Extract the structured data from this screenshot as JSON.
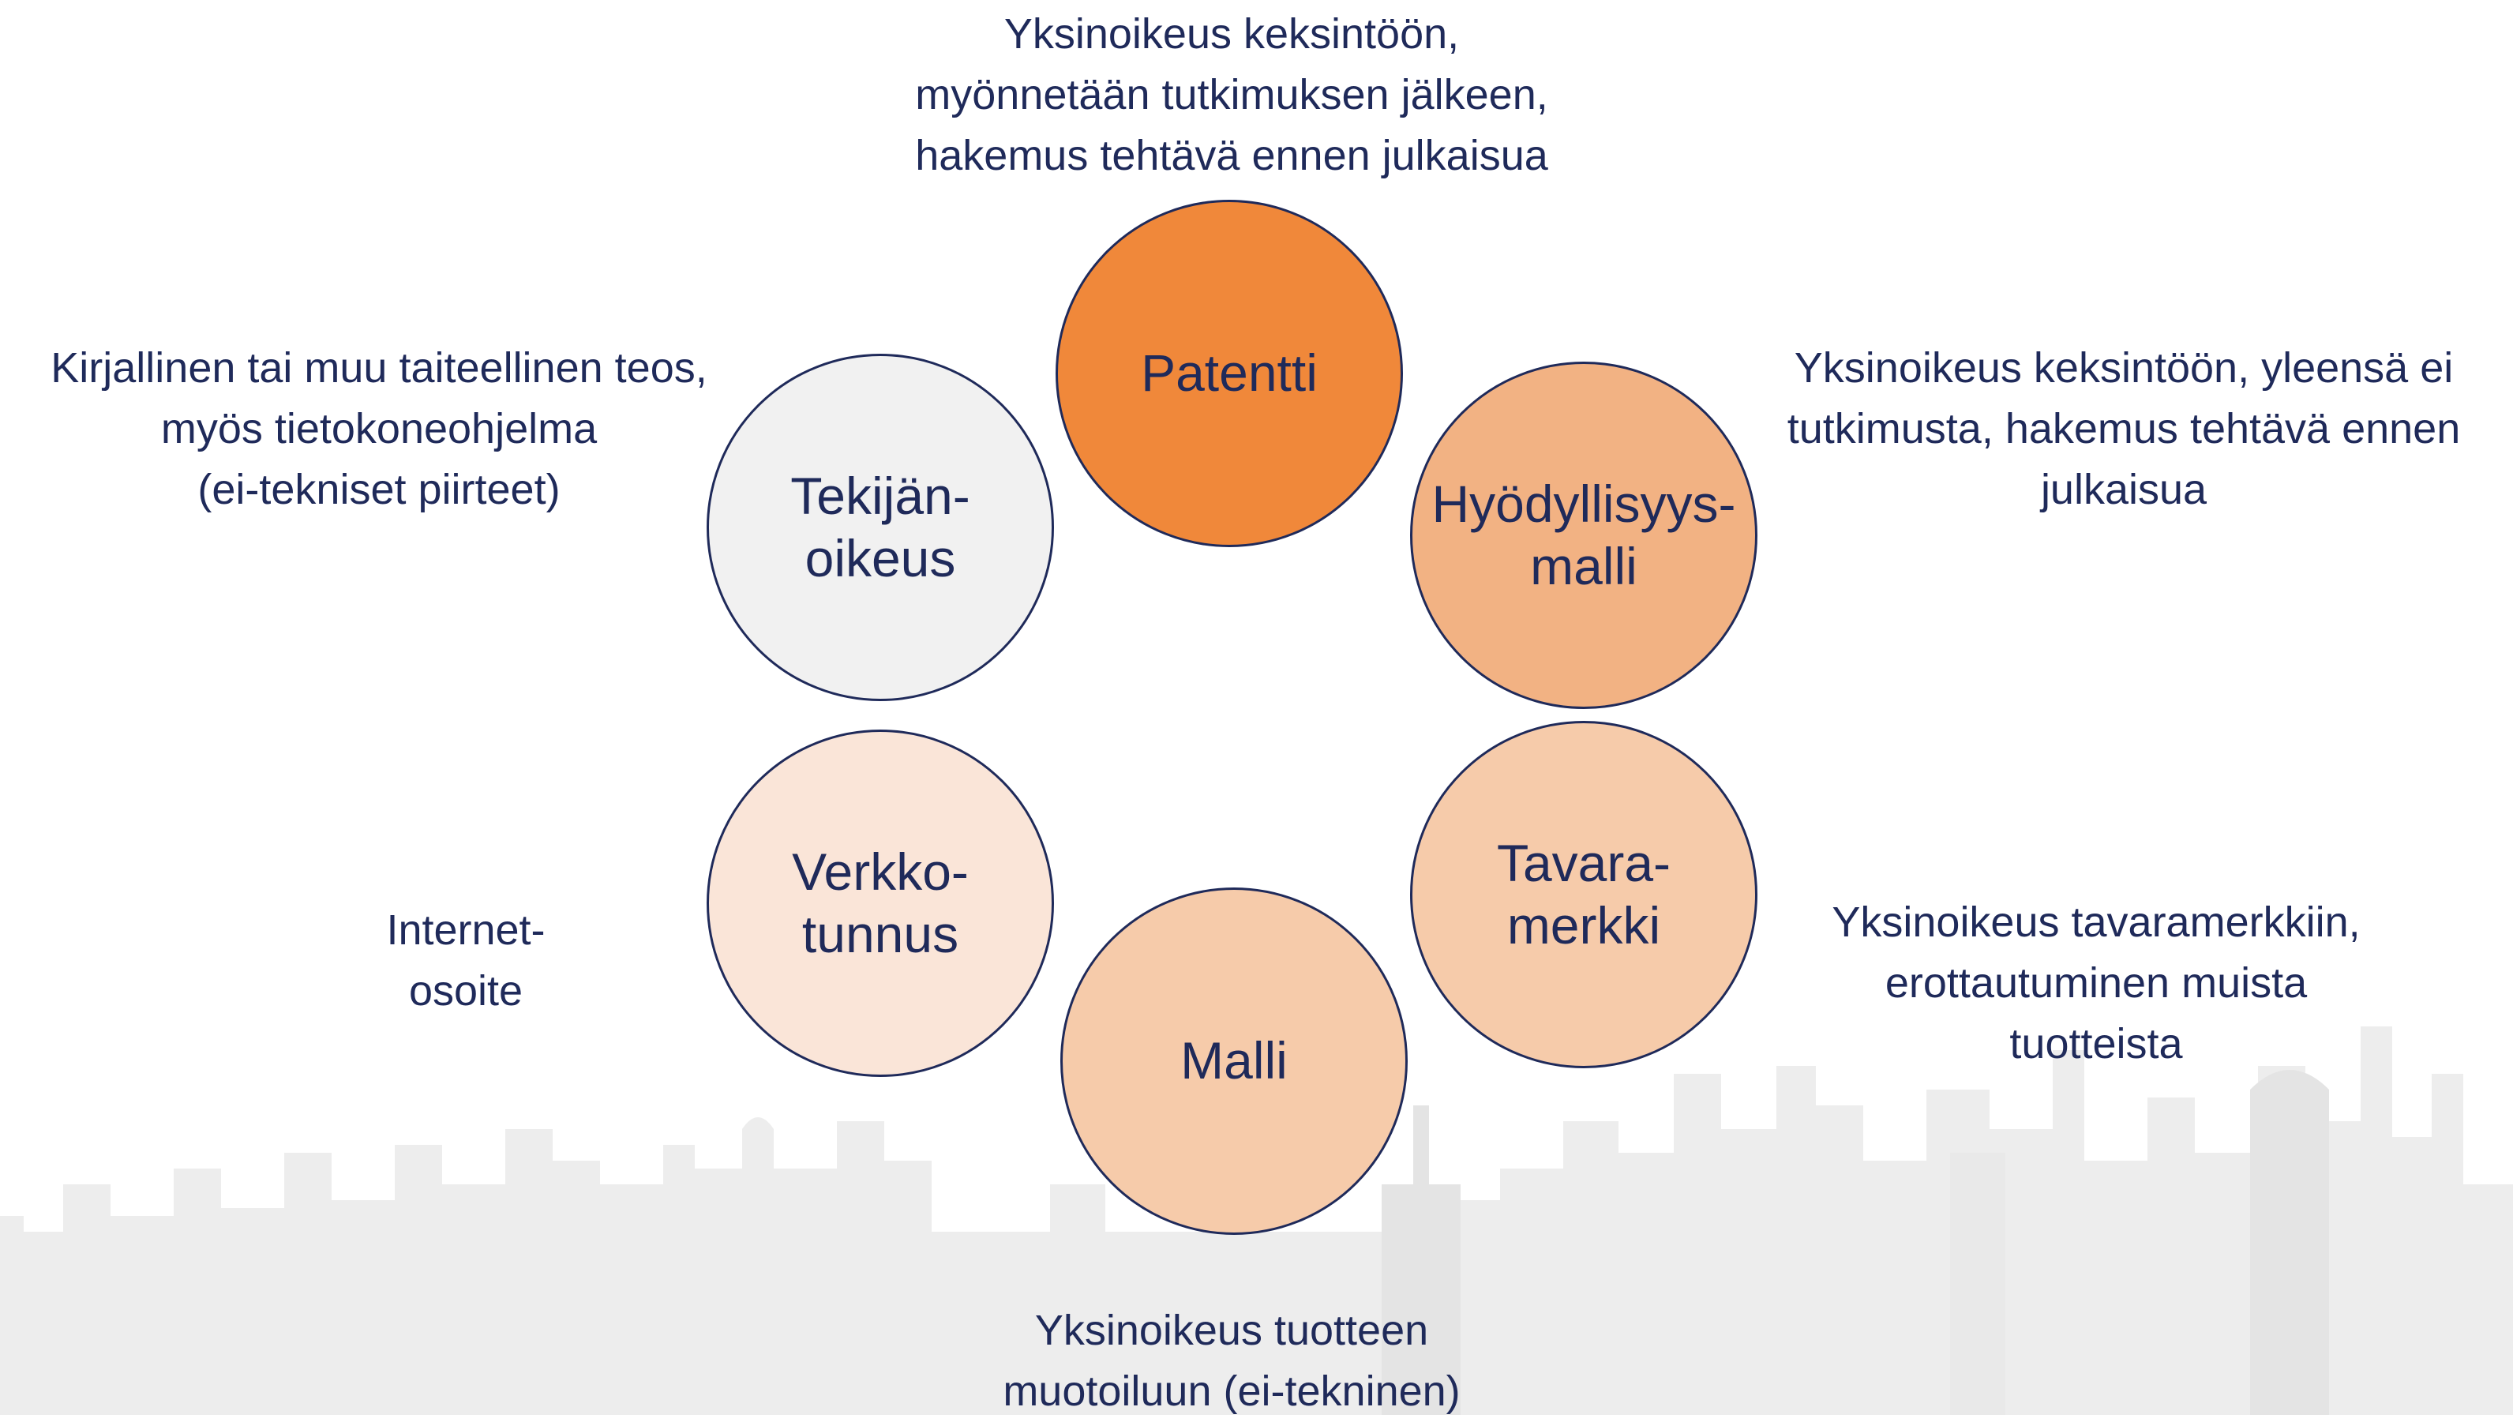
{
  "circles": {
    "patentti": {
      "label": "Patentti",
      "color": "#F0883A"
    },
    "hyodyllisyysmalli": {
      "label": "Hyödyllisyys-\nmalli",
      "color": "#F2B283"
    },
    "tavaramerkki": {
      "label": "Tavara-\nmerkki",
      "color": "#F6CBAA"
    },
    "malli": {
      "label": "Malli",
      "color": "#F6CBAA"
    },
    "verkkotunnus": {
      "label": "Verkko-\ntunnus",
      "color": "#FAE5D8"
    },
    "tekijanoikeus": {
      "label": "Tekijän-\noikeus",
      "color": "#F1F1F1"
    }
  },
  "descriptions": {
    "patentti": "Yksinoikeus keksintöön,\nmyönnetään tutkimuksen jälkeen,\nhakemus tehtävä ennen julkaisua",
    "hyodyllisyysmalli": "Yksinoikeus keksintöön, yleensä ei\ntutkimusta, hakemus tehtävä ennen\njulkaisua",
    "tavaramerkki": "Yksinoikeus tavaramerkkiin,\nerottautuminen muista\ntuotteista",
    "malli": "Yksinoikeus tuotteen\nmuotoiluun (ei-tekninen)",
    "verkkotunnus": "Internet-\nosoite",
    "tekijanoikeus": "Kirjallinen tai muu taiteellinen teos,\nmyös tietokoneohjelma\n(ei-tekniset piirteet)"
  },
  "colors": {
    "text": "#1F2A5A",
    "border": "#1F2A5A",
    "skyline": "#E7E7E7"
  }
}
